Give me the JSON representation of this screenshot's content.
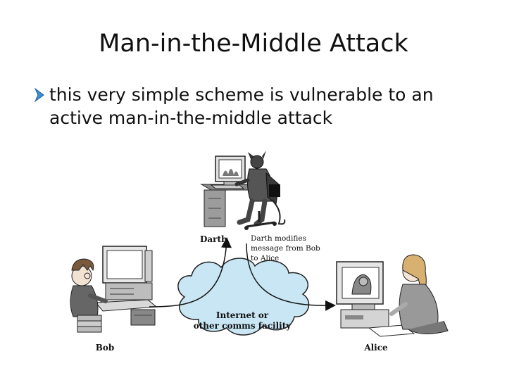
{
  "slide": {
    "title": "Man-in-the-Middle Attack",
    "bullet": "this very simple scheme is vulnerable to an active man-in-the-middle attack"
  },
  "diagram": {
    "darth_label": "Darth",
    "darth_note_line1": "Darth modifies",
    "darth_note_line2": "message from Bob",
    "darth_note_line3": "to Alice",
    "cloud_line1": "Internet or",
    "cloud_line2": "other comms facility",
    "bob_label": "Bob",
    "alice_label": "Alice"
  },
  "colors": {
    "cloud_fill": "#c8e6f3",
    "bullet_accent": "#3a8fd6"
  }
}
